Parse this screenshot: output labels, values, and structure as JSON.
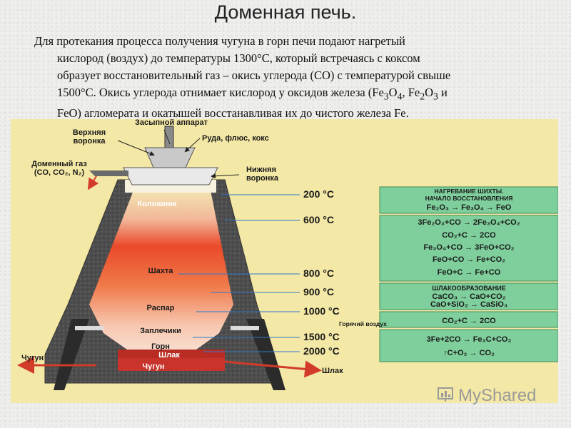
{
  "title": "Доменная печь.",
  "paragraph": {
    "line1": "Для протекания процесса получения чугуна в горн печи подают нагретый",
    "line2": "кислород (воздух) до температуры 1300°С, который встречаясь с коксом",
    "line3": "образует восстановительный газ – окись углерода (СО) с температурой свыше",
    "line4a": "1500°С. Окись углерода отнимает кислород у оксидов железа (Fe",
    "line4b": "O",
    "line4c": ", Fe",
    "line4d": "O",
    "line4e": " и",
    "sub3": "3",
    "sub4": "4",
    "sub2": "2",
    "sub3b": "3",
    "line5": "FeO) агломерата и окатышей восстанавливая их до чистого железа Fe."
  },
  "furnace_labels": {
    "top_apparatus": "Засыпной аппарат",
    "upper_funnel_1": "Верхняя",
    "upper_funnel_2": "воронка",
    "ore": "Руда, флюс, кокс",
    "blast_gas_1": "Доменный газ",
    "blast_gas_2": "(CO, CO₂, N₂)",
    "lower_funnel_1": "Нижняя",
    "lower_funnel_2": "воронка",
    "throat": "Колошник",
    "shaft": "Шахта",
    "belly": "Распар",
    "bosh": "Заплечики",
    "hearth": "Горн",
    "slag": "Шлак",
    "iron": "Чугун",
    "iron_out": "Чугун",
    "slag_out": "Шлак",
    "hot_air": "Горячий воздух"
  },
  "temperatures": [
    "200 °C",
    "600 °C",
    "800 °C",
    "900 °C",
    "1000 °C",
    "1500 °C",
    "2000 °C"
  ],
  "reaction_boxes": {
    "b1": [
      "НАГРЕВАНИЕ ШИХТЫ.",
      "НАЧАЛО ВОССТАНОВЛЕНИЯ",
      "Fe₂O₃ → Fe₃O₄ → FeO"
    ],
    "b2": [
      "3Fe₂O₃+CO → 2Fe₃O₄+CO₂",
      "CO₂+C → 2CO",
      "Fe₃O₄+CO → 3FeO+CO₂",
      "FeO+CO → Fe+CO₂",
      "FeO+C → Fe+CO"
    ],
    "b3": [
      "ШЛАКООБРАЗОВАНИЕ",
      "CaCO₃ → CaO+CO₂",
      "CaO+SiO₂ → CaSiO₃"
    ],
    "b4": [
      "CO₂+C → 2CO"
    ],
    "b5": [
      "3Fe+2CO → Fe₃C+CO₂",
      "↑C+O₂ → CO₂"
    ]
  },
  "colors": {
    "background": "#f4e8a6",
    "brick": "#4f4f4f",
    "hot_core": "#e83a1e",
    "cool_top": "#f7e7b5",
    "box_green": "#7fcf9c",
    "temp_text": "#1a1a1a",
    "arrow_red": "#d23a2a",
    "leader_blue": "#2f78c8"
  },
  "watermark": "MyShared"
}
